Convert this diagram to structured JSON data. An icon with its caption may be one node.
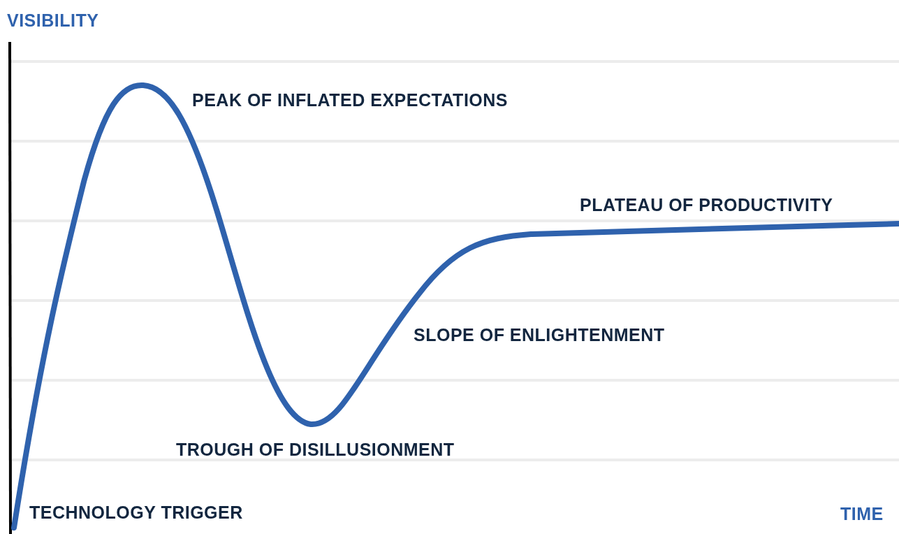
{
  "diagram": {
    "labels": [
      "VISIBILITY",
      "PEAK OF INFLATED EXPECTATIONS",
      "PLATEAU OF PRODUCTIVITY",
      "SLOPE OF ENLIGHTENMENT",
      "TROUGH OF DISILLUSIONMENT",
      "TECHNOLOGY TRIGGER",
      "TIME"
    ]
  }
}
